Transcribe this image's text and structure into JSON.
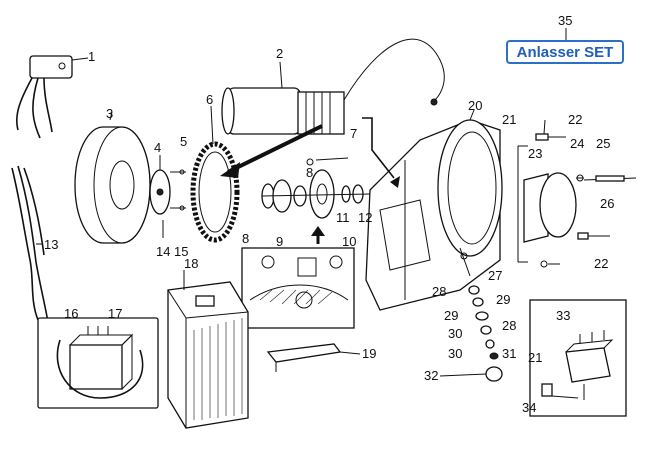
{
  "badge": {
    "label": "Anlasser SET",
    "color": "#1f5fb8",
    "border": "#2a6fc9"
  },
  "callouts": {
    "c1": "1",
    "c2": "2",
    "c3": "3",
    "c4": "4",
    "c5": "5",
    "c6": "6",
    "c7": "7",
    "c8a": "8",
    "c8b": "8",
    "c9": "9",
    "c10": "10",
    "c11": "11",
    "c12": "12",
    "c13": "13",
    "c14": "14",
    "c15": "15",
    "c16": "16",
    "c17": "17",
    "c18": "18",
    "c19": "19",
    "c20": "20",
    "c21a": "21",
    "c21b": "21",
    "c22a": "22",
    "c22b": "22",
    "c23": "23",
    "c24": "24",
    "c25": "25",
    "c26": "26",
    "c27": "27",
    "c28a": "28",
    "c28b": "28",
    "c29a": "29",
    "c29b": "29",
    "c30a": "30",
    "c30b": "30",
    "c31": "31",
    "c32": "32",
    "c33": "33",
    "c34": "34",
    "c35": "35"
  }
}
